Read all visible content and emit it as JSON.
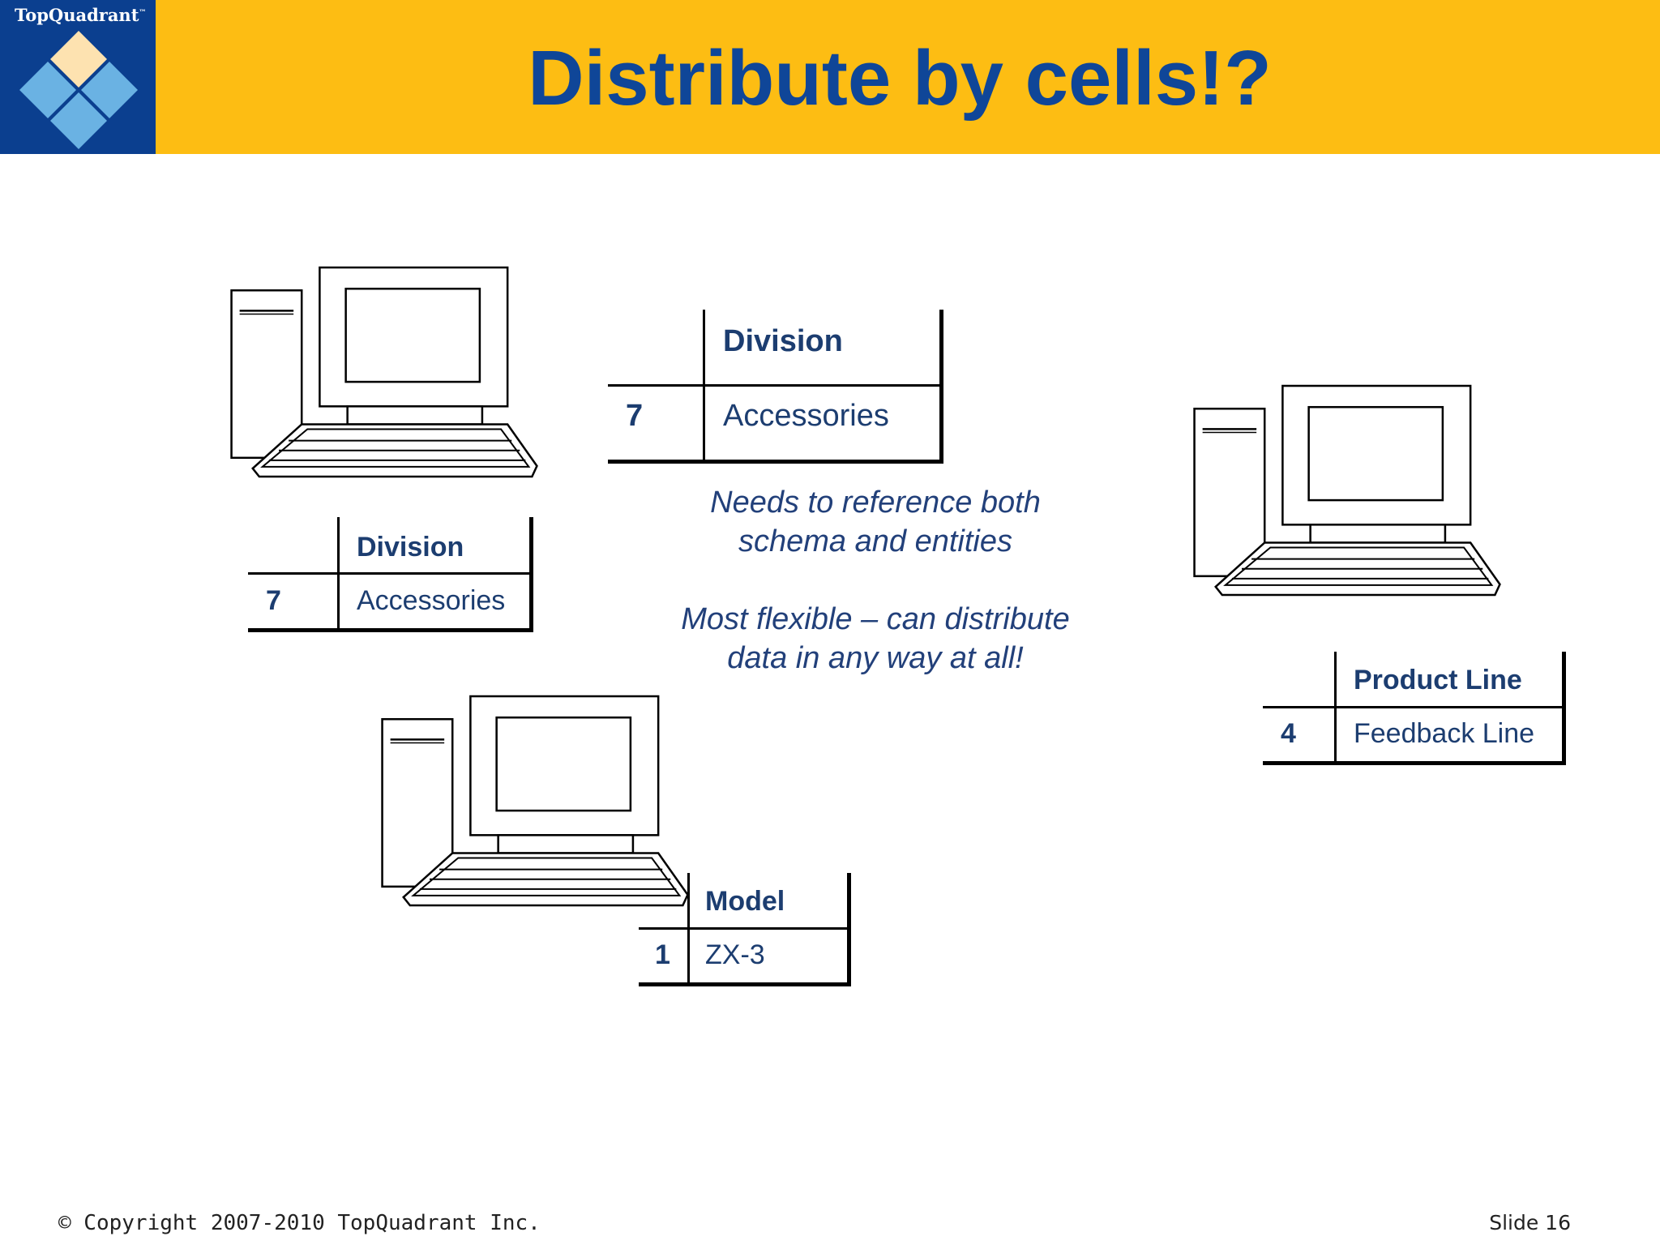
{
  "header": {
    "logo_text": "TopQuadrant",
    "logo_tm": "™",
    "title": "Distribute by cells!?"
  },
  "colors": {
    "header_bg": "#fdbd13",
    "logo_bg": "#0b3f8f",
    "title": "#0f4698",
    "table_text": "#1c3d70"
  },
  "tables": [
    {
      "header": "Division",
      "index": "7",
      "value": "Accessories"
    },
    {
      "header": "Division",
      "index": "7",
      "value": "Accessories"
    },
    {
      "header": "Product Line",
      "index": "4",
      "value": "Feedback Line"
    },
    {
      "header": "Model",
      "index": "1",
      "value": "ZX-3"
    }
  ],
  "notes": {
    "line1": "Needs to reference both",
    "line2": "schema and entities",
    "line3": "Most flexible – can distribute",
    "line4": "data in any way at all!"
  },
  "footer": {
    "copyright": "© Copyright 2007-2010 TopQuadrant Inc.",
    "slide": "Slide 16"
  },
  "icons": [
    "computer-icon",
    "logo-diamond-icon"
  ]
}
